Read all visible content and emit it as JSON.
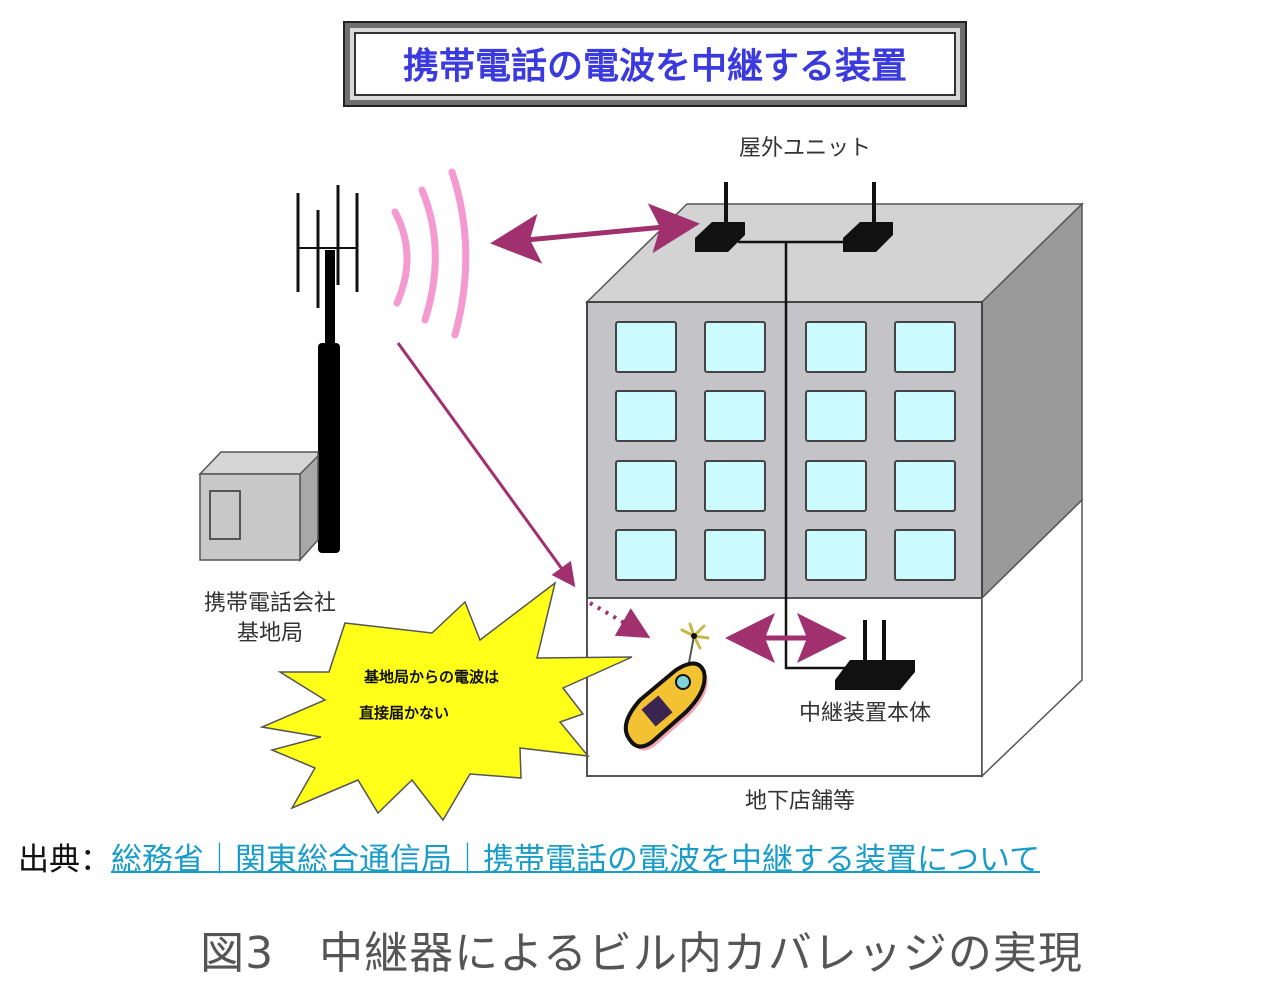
{
  "diagram": {
    "title": "携帯電話の電波を中継する装置",
    "labels": {
      "outdoor_unit": "屋外ユニット",
      "base_station_line1": "携帯電話会社",
      "base_station_line2": "基地局",
      "repeater_body": "中継装置本体",
      "underground": "地下店舗等"
    },
    "callout": {
      "line1": "基地局からの電波は",
      "line2": "直接届かない"
    },
    "building": {
      "window_rows": 4,
      "window_cols": 4
    },
    "colors": {
      "title_text": "#3a3adf",
      "arrow": "#a0306e",
      "wave": "#f49ad0",
      "window": "#ccfbff",
      "building_face": "#c4c4c8",
      "building_top": "#d3d3d3",
      "building_side": "#9a9a9a",
      "burst": "#ffff1a",
      "link": "#1a9cc9"
    }
  },
  "source": {
    "prefix": "出典：",
    "links": [
      "総務省",
      "関東総合通信局",
      "携帯電話の電波を中継する装置について"
    ],
    "separator": "｜"
  },
  "caption": "図3　中継器によるビル内カバレッジの実現"
}
